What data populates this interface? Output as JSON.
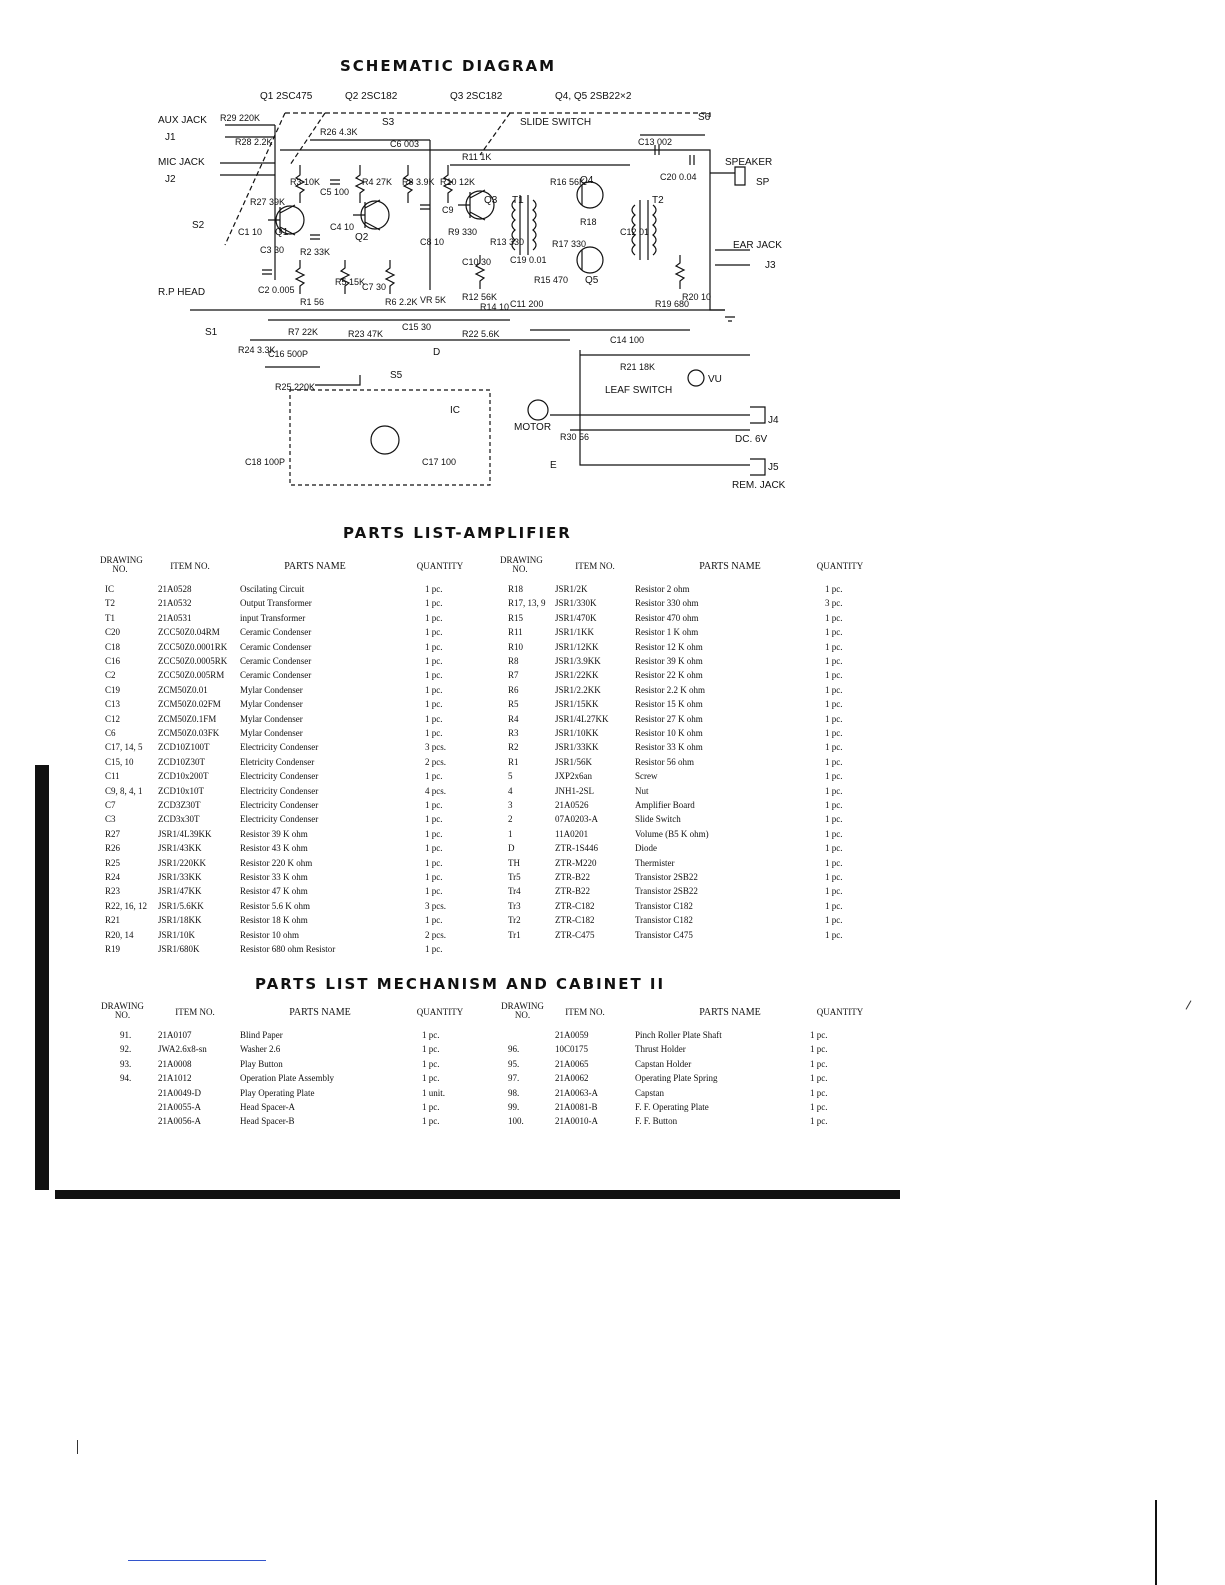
{
  "title": "SCHEMATIC DIAGRAM",
  "schematic": {
    "transistors_header": [
      "Q1 2SC475",
      "Q2 2SC182",
      "Q3 2SC182",
      "Q4, Q5 2SB22×2"
    ],
    "labels": {
      "aux_jack": "AUX JACK",
      "j1": "J1",
      "mic_jack": "MIC JACK",
      "j2": "J2",
      "s2": "S2",
      "rp_head": "R.P HEAD",
      "s1": "S1",
      "slide_switch": "SLIDE SWITCH",
      "s3": "S3",
      "s6": "S6",
      "speaker": "SPEAKER",
      "sp": "SP",
      "ear_jack": "EAR JACK",
      "j3": "J3",
      "vu": "VU",
      "leaf_switch": "LEAF SWITCH",
      "motor": "MOTOR",
      "j4": "J4",
      "dc": "DC. 6V",
      "j5": "J5",
      "rem_jack": "REM. JACK",
      "ic": "IC",
      "s5": "S5",
      "e": "E",
      "d": "D",
      "q1": "Q1",
      "q2": "Q2",
      "q3": "Q3",
      "q4": "Q4",
      "q5": "Q5",
      "t1": "T1",
      "t2": "T2"
    },
    "components": {
      "r29": "R29 220K",
      "r28": "R28 2.2K",
      "r26": "R26 4.3K",
      "c6": "C6 003",
      "r11": "R11 1K",
      "c13": "C13 002",
      "c20": "C20 0.04",
      "r16": "R16 56K",
      "r18": "R18",
      "r17": "R17 330",
      "c12": "C12 01",
      "r27": "R27 39K",
      "r3": "R3 10K",
      "c5": "C5 100",
      "r4": "R4 27K",
      "r8": "R8 3.9K",
      "r10": "R10 12K",
      "c9": "C9",
      "r9": "R9 330",
      "c1": "C1 10",
      "c3": "C3 30",
      "r2": "R2 33K",
      "c4": "C4 10",
      "c8": "C8 10",
      "r13": "R13 330",
      "c10": "C10 30",
      "c19": "C19 0.01",
      "r15": "R15 470",
      "c2": "C2 0.005",
      "r1": "R1 56",
      "r5": "R5 15K",
      "c7": "C7 30",
      "r6": "R6 2.2K",
      "vr": "VR 5K",
      "r12": "R12 56K",
      "r14": "R14 10",
      "c11": "C11 200",
      "r19": "R19 680",
      "r20": "R20 10",
      "r7": "R7 22K",
      "r23": "R23 47K",
      "c15": "C15 30",
      "r22": "R22 5.6K",
      "c14": "C14 100",
      "r21": "R21 18K",
      "r24": "R24 3.3K",
      "c16": "C16 500P",
      "r25": "R25 220K",
      "c18": "C18 100P",
      "c17": "C17 100",
      "r30": "R30 56"
    }
  },
  "amp": {
    "title": "PARTS LIST-AMPLIFIER",
    "headers": [
      "DRAWING NO.",
      "ITEM NO.",
      "PARTS NAME",
      "QUANTITY"
    ],
    "left": [
      [
        "IC",
        "21A0528",
        "Oscilating Circuit",
        "1 pc."
      ],
      [
        "T2",
        "21A0532",
        "Output Transformer",
        "1 pc."
      ],
      [
        "T1",
        "21A0531",
        "input Transformer",
        "1 pc."
      ],
      [
        "C20",
        "ZCC50Z0.04RM",
        "Ceramic Condenser",
        "1 pc."
      ],
      [
        "C18",
        "ZCC50Z0.0001RK",
        "Ceramic Condenser",
        "1 pc."
      ],
      [
        "C16",
        "ZCC50Z0.0005RK",
        "Ceramic Condenser",
        "1 pc."
      ],
      [
        "C2",
        "ZCC50Z0.005RM",
        "Ceramic Condenser",
        "1 pc."
      ],
      [
        "C19",
        "ZCM50Z0.01",
        "Mylar Condenser",
        "1 pc."
      ],
      [
        "C13",
        "ZCM50Z0.02FM",
        "Mylar Condenser",
        "1 pc."
      ],
      [
        "C12",
        "ZCM50Z0.1FM",
        "Mylar Condenser",
        "1 pc."
      ],
      [
        "C6",
        "ZCM50Z0.03FK",
        "Mylar Condenser",
        "1 pc."
      ],
      [
        "C17, 14, 5",
        "ZCD10Z100T",
        "Electricity Condenser",
        "3 pcs."
      ],
      [
        "C15, 10",
        "ZCD10Z30T",
        "Eletricity Condenser",
        "2 pcs."
      ],
      [
        "C11",
        "ZCD10x200T",
        "Electricity Condenser",
        "1 pc."
      ],
      [
        "C9, 8, 4, 1",
        "ZCD10x10T",
        "Electricity Condenser",
        "4 pcs."
      ],
      [
        "C7",
        "ZCD3Z30T",
        "Electricity Condenser",
        "1 pc."
      ],
      [
        "C3",
        "ZCD3x30T",
        "Electricity Condenser",
        "1 pc."
      ],
      [
        "R27",
        "JSR1/4L39KK",
        "Resistor 39 K ohm",
        "1 pc."
      ],
      [
        "R26",
        "JSR1/43KK",
        "Resistor 43 K ohm",
        "1 pc."
      ],
      [
        "R25",
        "JSR1/220KK",
        "Resistor 220 K ohm",
        "1 pc."
      ],
      [
        "R24",
        "JSR1/33KK",
        "Resistor 33 K ohm",
        "1 pc."
      ],
      [
        "R23",
        "JSR1/47KK",
        "Resistor 47 K ohm",
        "1 pc."
      ],
      [
        "R22, 16, 12",
        "JSR1/5.6KK",
        "Resistor 5.6 K ohm",
        "3 pcs."
      ],
      [
        "R21",
        "JSR1/18KK",
        "Resistor 18 K ohm",
        "1 pc."
      ],
      [
        "R20, 14",
        "JSR1/10K",
        "Resistor 10 ohm",
        "2 pcs."
      ],
      [
        "R19",
        "JSR1/680K",
        "Resistor 680 ohm      Resistor",
        "1 pc."
      ]
    ],
    "right": [
      [
        "R18",
        "JSR1/2K",
        "Resistor 2 ohm",
        "1 pc."
      ],
      [
        "R17, 13, 9",
        "JSR1/330K",
        "Resistor 330 ohm",
        "3 pc."
      ],
      [
        "R15",
        "JSR1/470K",
        "Resistor 470 ohm",
        "1 pc."
      ],
      [
        "R11",
        "JSR1/1KK",
        "Resistor 1 K ohm",
        "1 pc."
      ],
      [
        "R10",
        "JSR1/12KK",
        "Resistor 12 K ohm",
        "1 pc."
      ],
      [
        "R8",
        "JSR1/3.9KK",
        "Resistor 39 K ohm",
        "1 pc."
      ],
      [
        "R7",
        "JSR1/22KK",
        "Resistor 22 K ohm",
        "1 pc."
      ],
      [
        "R6",
        "JSR1/2.2KK",
        "Resistor 2.2 K ohm",
        "1 pc."
      ],
      [
        "R5",
        "JSR1/15KK",
        "Resistor 15 K ohm",
        "1 pc."
      ],
      [
        "R4",
        "JSR1/4L27KK",
        "Resistor 27 K ohm",
        "1 pc."
      ],
      [
        "R3",
        "JSR1/10KK",
        "Resistor 10 K ohm",
        "1 pc."
      ],
      [
        "R2",
        "JSR1/33KK",
        "Resistor 33 K ohm",
        "1 pc."
      ],
      [
        "R1",
        "JSR1/56K",
        "Resistor 56 ohm",
        "1 pc."
      ],
      [
        "5",
        "JXP2x6an",
        "Screw",
        "1 pc."
      ],
      [
        "4",
        "JNH1-2SL",
        "Nut",
        "1 pc."
      ],
      [
        "3",
        "21A0526",
        "Amplifier Board",
        "1 pc."
      ],
      [
        "2",
        "07A0203-A",
        "Slide Switch",
        "1 pc."
      ],
      [
        "1",
        "11A0201",
        "Volume (B5 K ohm)",
        "1 pc."
      ],
      [
        "D",
        "ZTR-1S446",
        "Diode",
        "1 pc."
      ],
      [
        "TH",
        "ZTR-M220",
        "Thermister",
        "1 pc."
      ],
      [
        "Tr5",
        "ZTR-B22",
        "Transistor 2SB22",
        "1 pc."
      ],
      [
        "Tr4",
        "ZTR-B22",
        "Transistor 2SB22",
        "1 pc."
      ],
      [
        "Tr3",
        "ZTR-C182",
        "Transistor C182",
        "1 pc."
      ],
      [
        "Tr2",
        "ZTR-C182",
        "Transistor C182",
        "1 pc."
      ],
      [
        "Tr1",
        "ZTR-C475",
        "Transistor C475",
        "1 pc."
      ]
    ]
  },
  "mech": {
    "title": "PARTS LIST MECHANISM AND CABINET II",
    "headers": [
      "DRAWING NO.",
      "ITEM NO.",
      "PARTS NAME",
      "QUANTITY"
    ],
    "left": [
      [
        "91.",
        "21A0107",
        "Blind Paper",
        "1 pc."
      ],
      [
        "92.",
        "JWA2.6x8-sn",
        "Washer 2.6",
        "1 pc."
      ],
      [
        "93.",
        "21A0008",
        "Play Button",
        "1 pc."
      ],
      [
        "94.",
        "21A1012",
        "Operation Plate Assembly",
        "1 pc."
      ],
      [
        "",
        "21A0049-D",
        "Play Operating Plate",
        "1 unit."
      ],
      [
        "",
        "21A0055-A",
        "Head Spacer-A",
        "1 pc."
      ],
      [
        "",
        "21A0056-A",
        "Head Spacer-B",
        "1 pc."
      ]
    ],
    "right": [
      [
        "",
        "21A0059",
        "Pinch Roller Plate Shaft",
        "1 pc."
      ],
      [
        "96.",
        "10C0175",
        "Thrust Holder",
        "1 pc."
      ],
      [
        "95.",
        "21A0065",
        "Capstan Holder",
        "1 pc."
      ],
      [
        "97.",
        "21A0062",
        "Operating Plate Spring",
        "1 pc."
      ],
      [
        "98.",
        "21A0063-A",
        "Capstan",
        "1 pc."
      ],
      [
        "99.",
        "21A0081-B",
        "F. F. Operating Plate",
        "1 pc."
      ],
      [
        "100.",
        "21A0010-A",
        "F. F. Button",
        "1 pc."
      ]
    ]
  }
}
